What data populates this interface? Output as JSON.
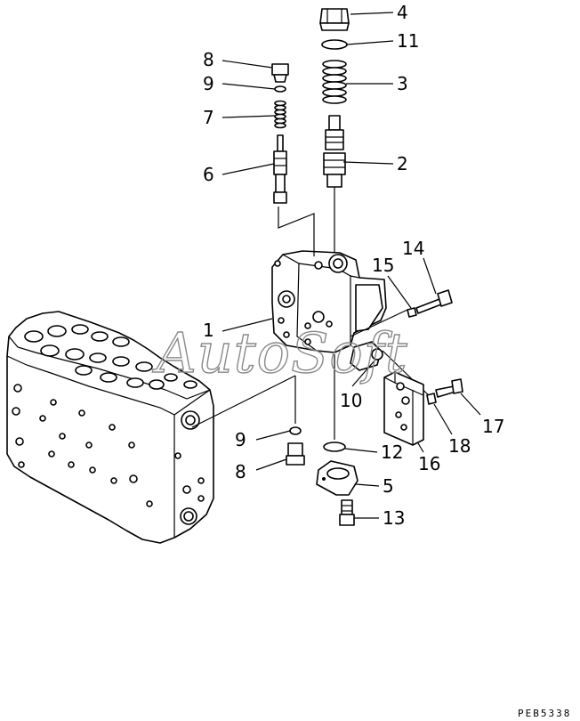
{
  "diagram": {
    "callouts": [
      {
        "id": "c4",
        "label": "4"
      },
      {
        "id": "c11",
        "label": "11"
      },
      {
        "id": "c8a",
        "label": "8"
      },
      {
        "id": "c9a",
        "label": "9"
      },
      {
        "id": "c3",
        "label": "3"
      },
      {
        "id": "c7",
        "label": "7"
      },
      {
        "id": "c2",
        "label": "2"
      },
      {
        "id": "c6",
        "label": "6"
      },
      {
        "id": "c14",
        "label": "14"
      },
      {
        "id": "c15",
        "label": "15"
      },
      {
        "id": "c1",
        "label": "1"
      },
      {
        "id": "c10",
        "label": "10"
      },
      {
        "id": "c17",
        "label": "17"
      },
      {
        "id": "c9b",
        "label": "9"
      },
      {
        "id": "c18",
        "label": "18"
      },
      {
        "id": "c12",
        "label": "12"
      },
      {
        "id": "c16",
        "label": "16"
      },
      {
        "id": "c8b",
        "label": "8"
      },
      {
        "id": "c5",
        "label": "5"
      },
      {
        "id": "c13",
        "label": "13"
      }
    ],
    "drawing_code": "PEB5338",
    "watermark": "AutoSoft"
  }
}
